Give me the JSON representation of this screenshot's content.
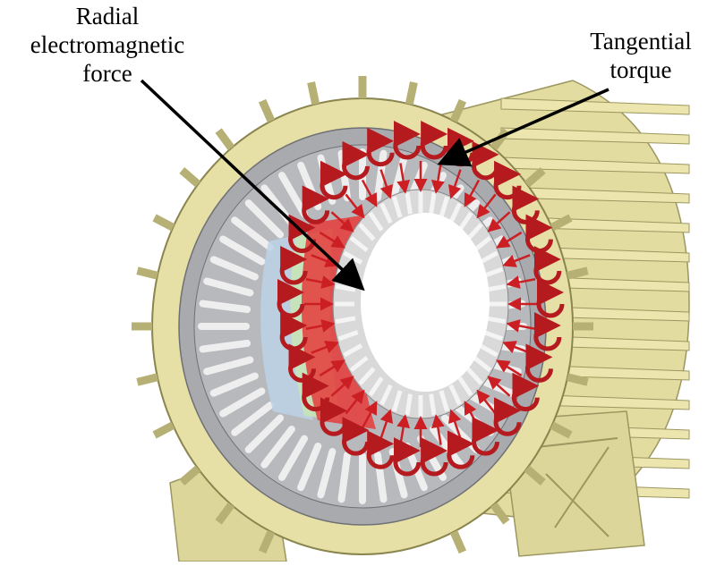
{
  "labels": {
    "radial": [
      "Radial",
      "electromagnetic",
      "force"
    ],
    "tangential": [
      "Tangential",
      "torque"
    ]
  },
  "colors": {
    "frame": "#e2dca0",
    "frame_shadow": "#c9c27f",
    "stator_outer": "#a9aaae",
    "stator_tooth": "#dcdcdc",
    "coil_blue": "#bcd2e6",
    "coil_green": "#c8e4b8",
    "force_red": "#cc1f24",
    "torque_red": "#b51a1f",
    "arrow": "#000000"
  },
  "icons": [
    "radial-force-arrows",
    "tangential-torque-arrows",
    "callout-arrow"
  ]
}
